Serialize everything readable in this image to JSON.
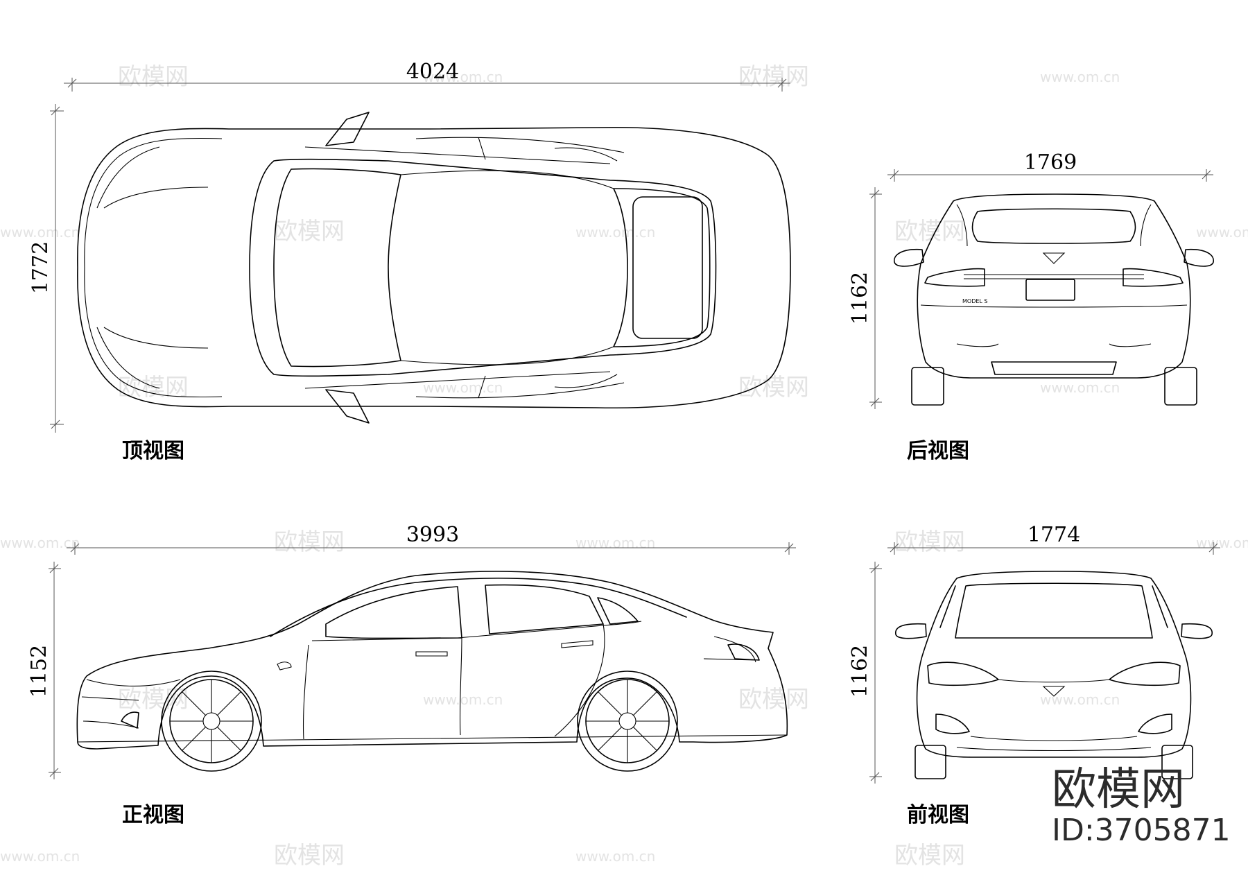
{
  "dimensions": {
    "top_length": "4024",
    "top_width": "1772",
    "rear_width": "1769",
    "rear_height": "1162",
    "side_length": "3993",
    "side_height": "1152",
    "front_width": "1774",
    "front_height": "1162"
  },
  "labels": {
    "top_view": "顶视图",
    "rear_view": "后视图",
    "side_view": "正视图",
    "front_view": "前视图"
  },
  "watermark": {
    "text": "欧模网",
    "url": "www.om.cn"
  },
  "brand": {
    "name": "欧模网",
    "id": "ID:3705871"
  },
  "rear_badge": "MODEL S",
  "colors": {
    "line": "#000000",
    "background": "#ffffff",
    "watermark": "#e3e3e3",
    "brand": "#2b2b2b"
  }
}
